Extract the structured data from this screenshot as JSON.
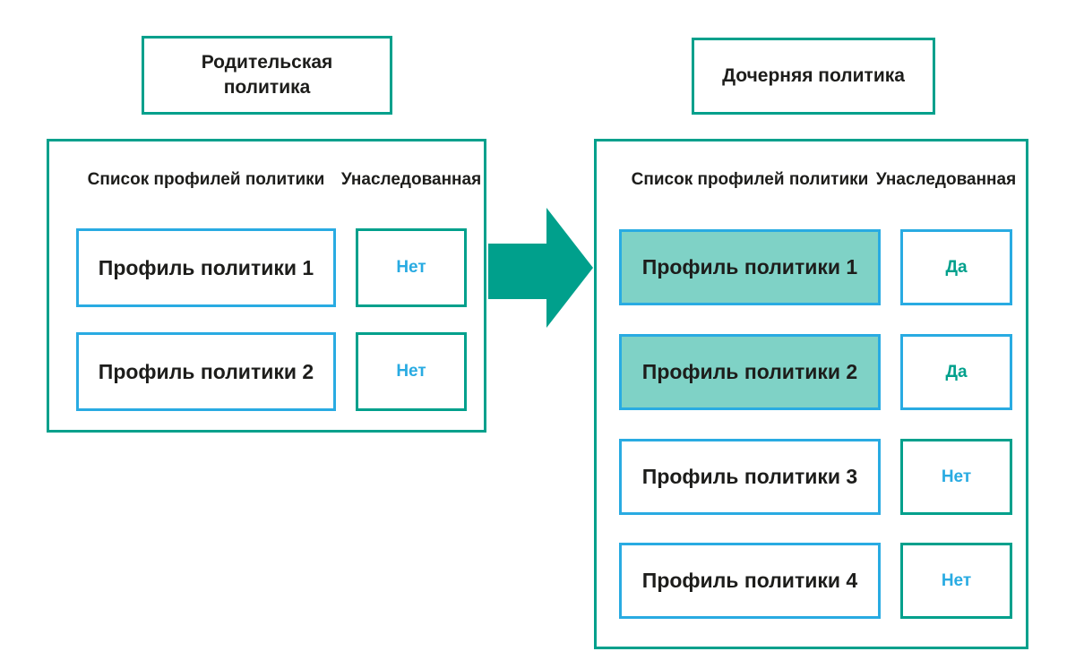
{
  "diagram": {
    "parent_policy": {
      "title": "Родительская политика",
      "header_profiles": "Список профилей политики",
      "header_inherited": "Унаследованная",
      "rows": [
        {
          "profile": "Профиль политики 1",
          "inherited": "Нет",
          "highlighted": false
        },
        {
          "profile": "Профиль политики 2",
          "inherited": "Нет",
          "highlighted": false
        }
      ]
    },
    "child_policy": {
      "title": "Дочерняя политика",
      "header_profiles": "Список профилей политики",
      "header_inherited": "Унаследованная",
      "rows": [
        {
          "profile": "Профиль политики 1",
          "inherited": "Да",
          "highlighted": true
        },
        {
          "profile": "Профиль политики 2",
          "inherited": "Да",
          "highlighted": true
        },
        {
          "profile": "Профиль политики 3",
          "inherited": "Нет",
          "highlighted": false
        },
        {
          "profile": "Профиль политики 4",
          "inherited": "Нет",
          "highlighted": false
        }
      ]
    },
    "arrow": {
      "meaning": "inheritance-from-parent-to-child"
    },
    "colors": {
      "teal_border": "#00a08c",
      "blue_border": "#29abe2",
      "highlight_fill": "#7fd2c6",
      "yes_text": "#00a08c",
      "no_text": "#29abe2",
      "label_text": "#1d1d1b",
      "background": "#ffffff"
    }
  }
}
